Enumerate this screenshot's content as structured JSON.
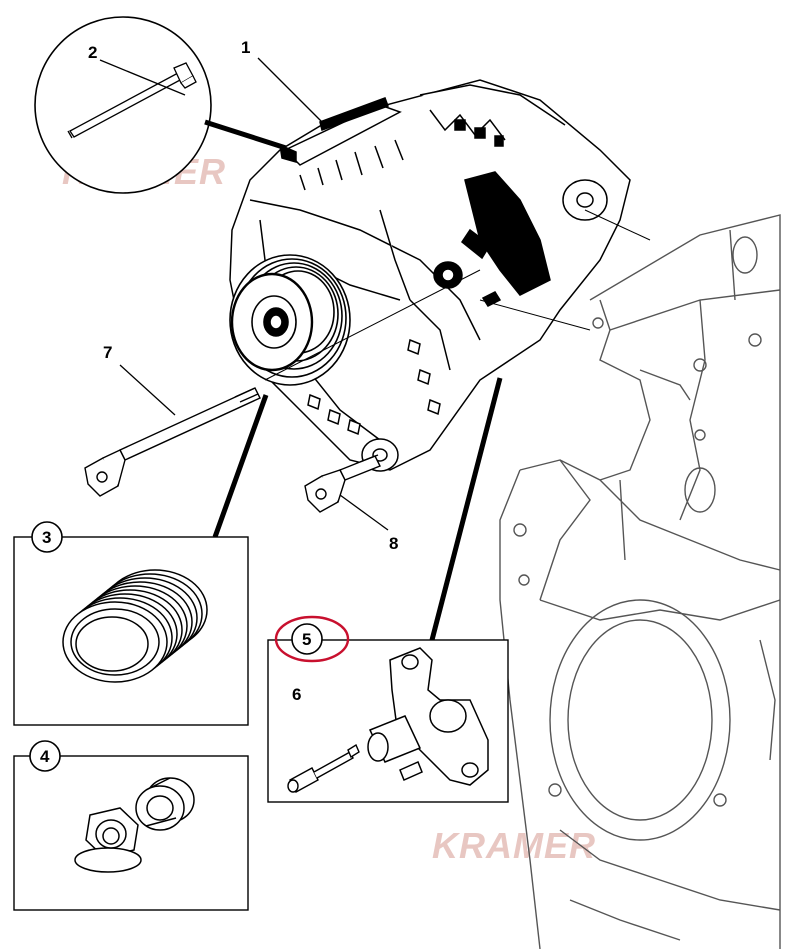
{
  "watermark": {
    "brand": "KRAMER",
    "color": "#e8c7c2"
  },
  "callouts": [
    {
      "id": "1",
      "label": "1"
    },
    {
      "id": "2",
      "label": "2"
    },
    {
      "id": "3",
      "label": "3"
    },
    {
      "id": "4",
      "label": "4"
    },
    {
      "id": "5",
      "label": "5"
    },
    {
      "id": "6",
      "label": "6"
    },
    {
      "id": "7",
      "label": "7"
    },
    {
      "id": "8",
      "label": "8"
    }
  ],
  "highlight": {
    "target_callout": "5",
    "color": "#c8102e"
  },
  "line_color": "#000000",
  "engine_outline_color": "#555555"
}
